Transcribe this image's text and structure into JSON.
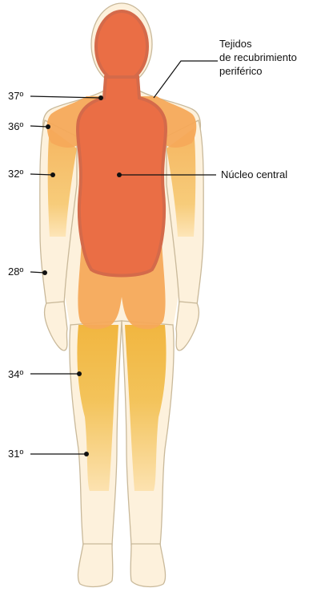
{
  "labels": {
    "temp_37": "37º",
    "temp_36": "36º",
    "temp_32": "32º",
    "temp_28": "28º",
    "temp_34": "34º",
    "temp_31": "31º",
    "peripheral_line1": "Tejidos",
    "peripheral_line2": "de recubrimiento",
    "peripheral_line3": "periférico",
    "core": "Núcleo central"
  },
  "colors": {
    "skin": "#fdf1dc",
    "outline": "#c9b99a",
    "periphery_yellow": "#f3c760",
    "middle_orange": "#f6a95a",
    "core_red": "#ea6e45",
    "core_edge": "#d46a4a",
    "text": "#111111"
  }
}
